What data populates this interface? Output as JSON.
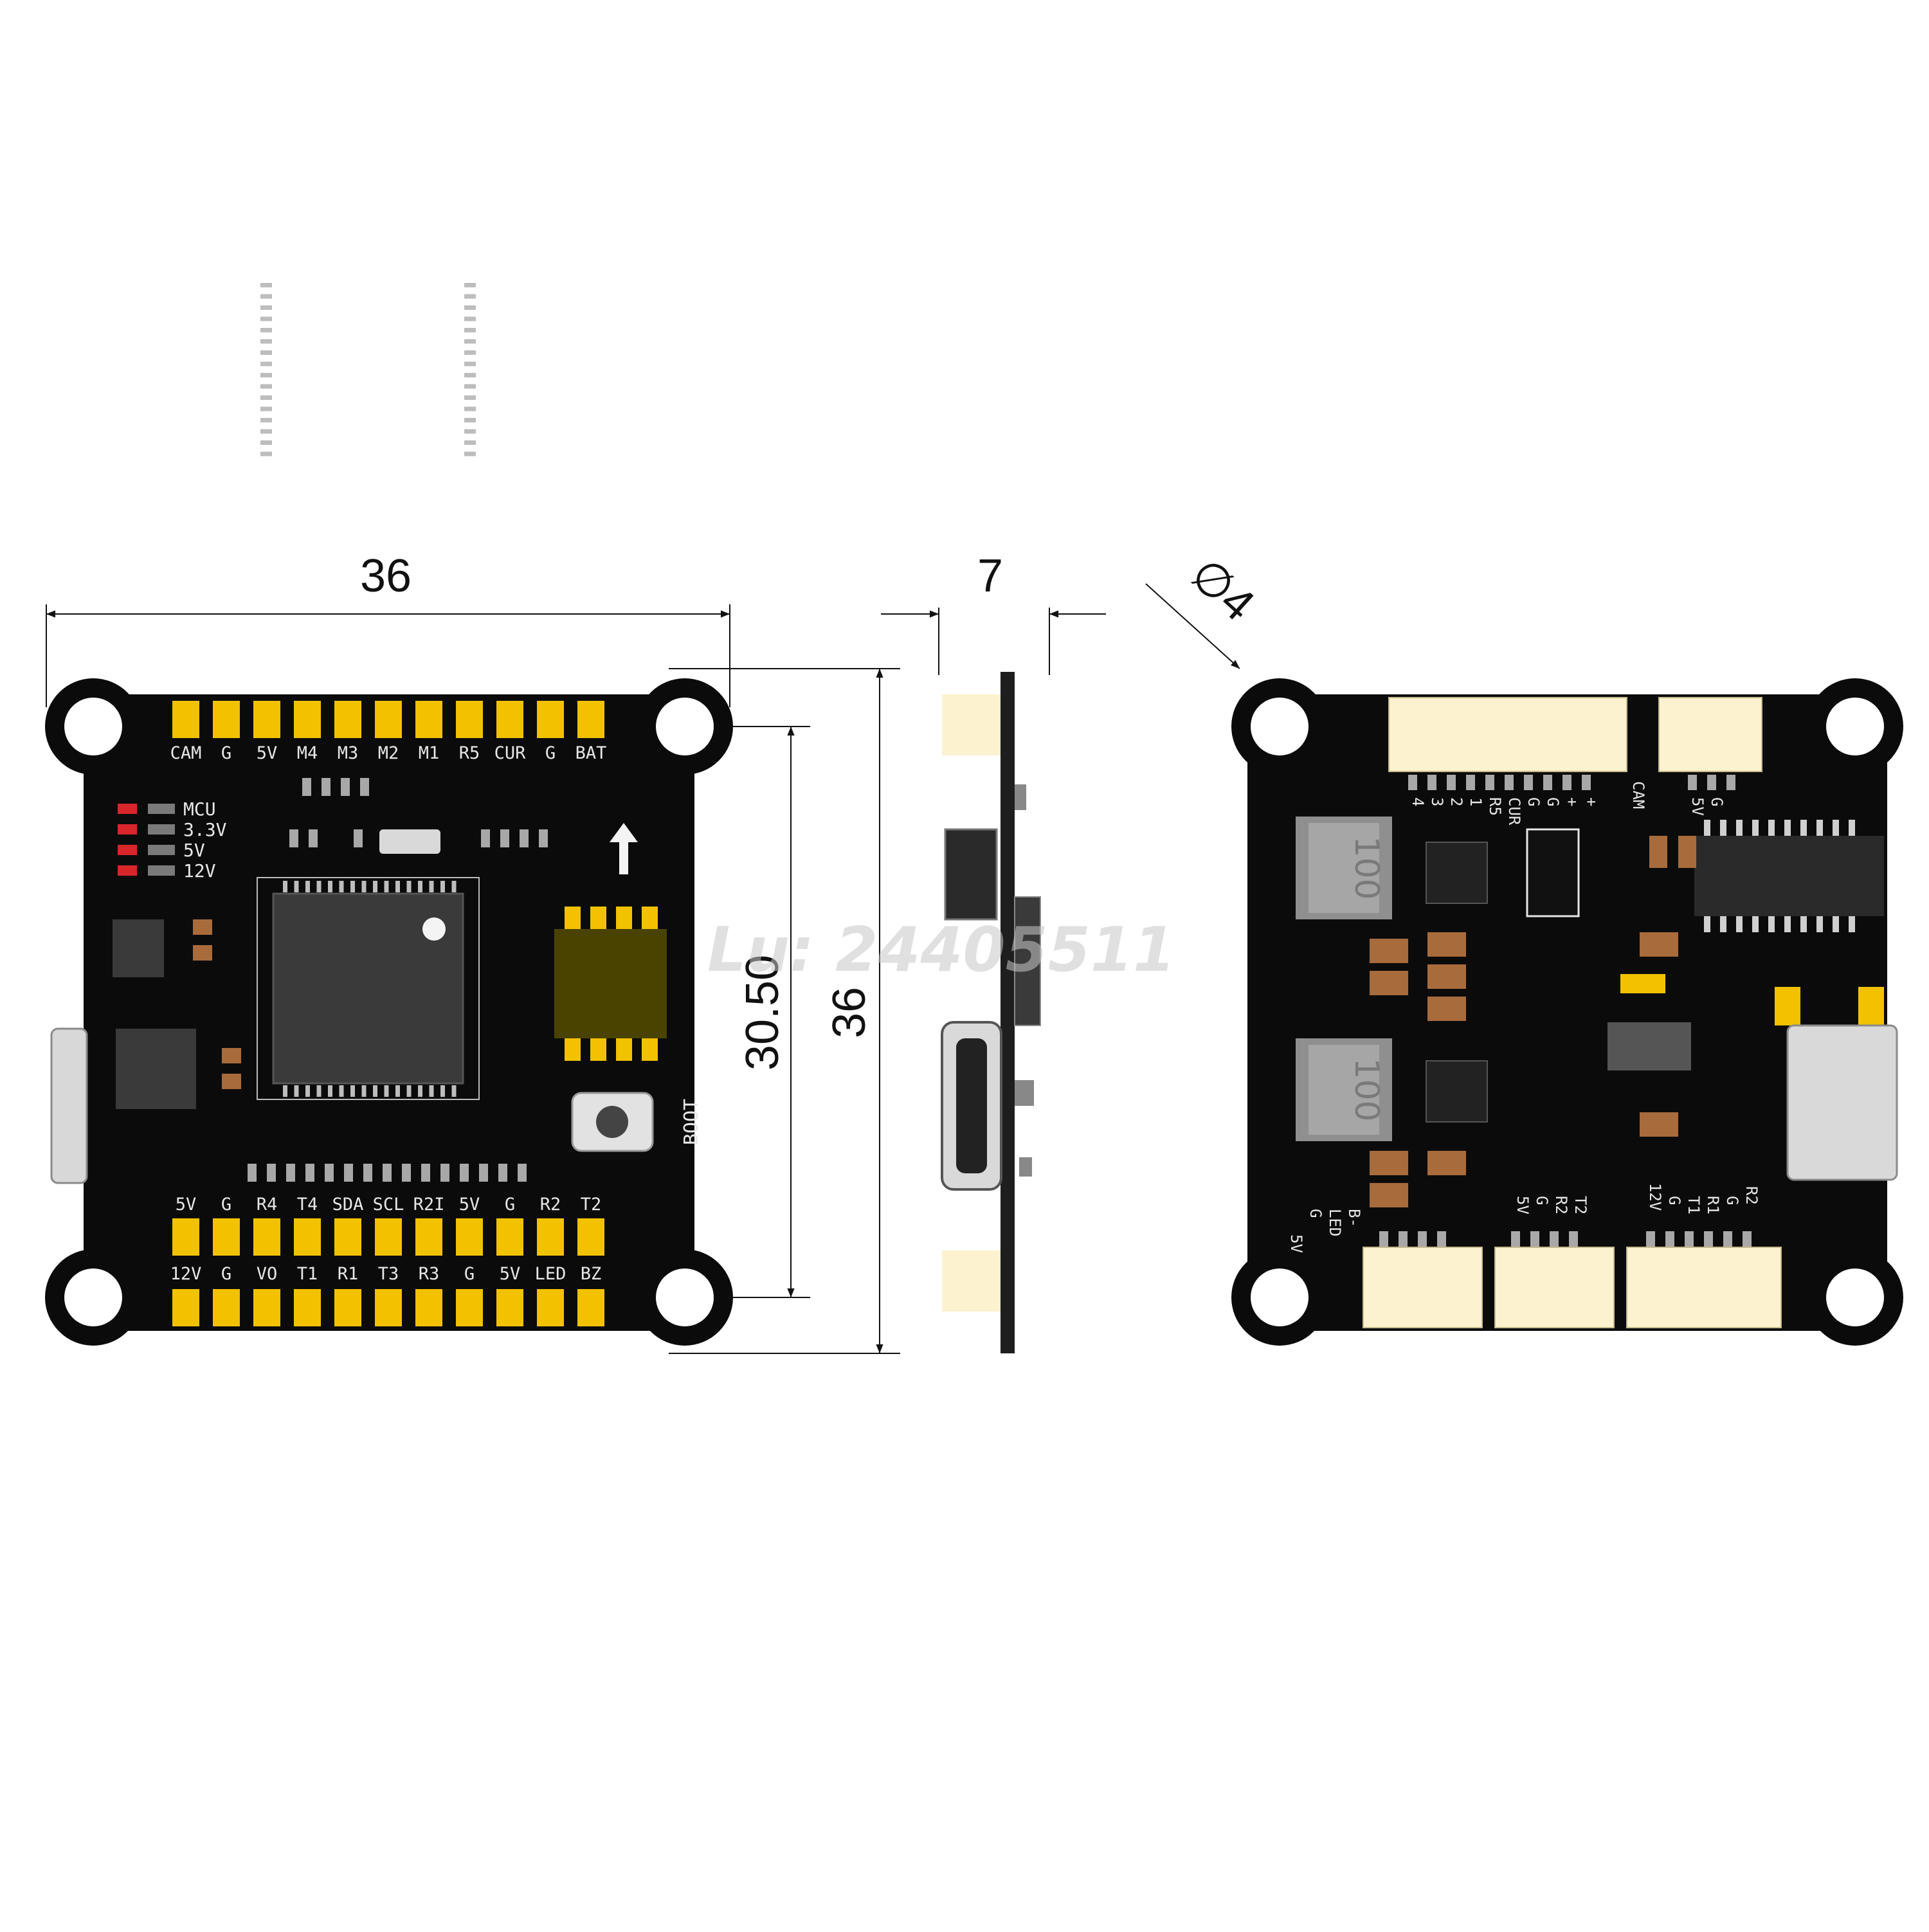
{
  "dimensions": {
    "width": "36",
    "height": "36",
    "thickness": "7",
    "hole_spacing": "30.50",
    "hole_diameter": "∅4"
  },
  "front": {
    "top_pads": [
      "CAM",
      "G",
      "5V",
      "M4",
      "M3",
      "M2",
      "M1",
      "R5",
      "CUR",
      "G",
      "BAT"
    ],
    "bottom_row1": [
      "5V",
      "G",
      "R4",
      "T4",
      "SDA",
      "SCL",
      "R2I",
      "5V",
      "G",
      "R2",
      "T2"
    ],
    "bottom_row2": [
      "12V",
      "G",
      "VO",
      "T1",
      "R1",
      "T3",
      "R3",
      "G",
      "5V",
      "LED",
      "BZ"
    ],
    "leds": [
      "MCU",
      "3.3V",
      "5V",
      "12V"
    ],
    "boot_label": "BOOT"
  },
  "back": {
    "inductor_label": "100",
    "top_conn_left": [
      "4",
      "3",
      "2",
      "1",
      "R5",
      "CUR",
      "G",
      "G",
      "+",
      "+"
    ],
    "top_conn_right": [
      "CAM",
      "5V",
      "G"
    ],
    "bot_conn_left": [
      "5V",
      "G",
      "LED",
      "B-"
    ],
    "bot_conn_mid": [
      "5V",
      "G",
      "R2",
      "T2"
    ],
    "bot_conn_right": [
      "12V",
      "G",
      "T1",
      "R1",
      "G",
      "R2"
    ]
  },
  "colors": {
    "pcb": "#0b0b0b",
    "pad": "#f2c200",
    "connector": "#fdf2cf",
    "chip": "#3a3a3a",
    "cap": "#a86b3c",
    "led_red": "#d8262a"
  },
  "watermark": "Lu: 24405511"
}
